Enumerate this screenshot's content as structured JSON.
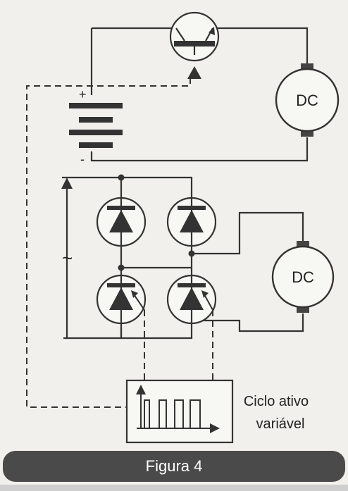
{
  "labels": {
    "plus": "+",
    "minus": "-",
    "ac_symbol": "~",
    "motor_top": "DC",
    "motor_bottom": "DC",
    "duty_line1": "Ciclo ativo",
    "duty_line2": "variável"
  },
  "caption": "Figura 4"
}
